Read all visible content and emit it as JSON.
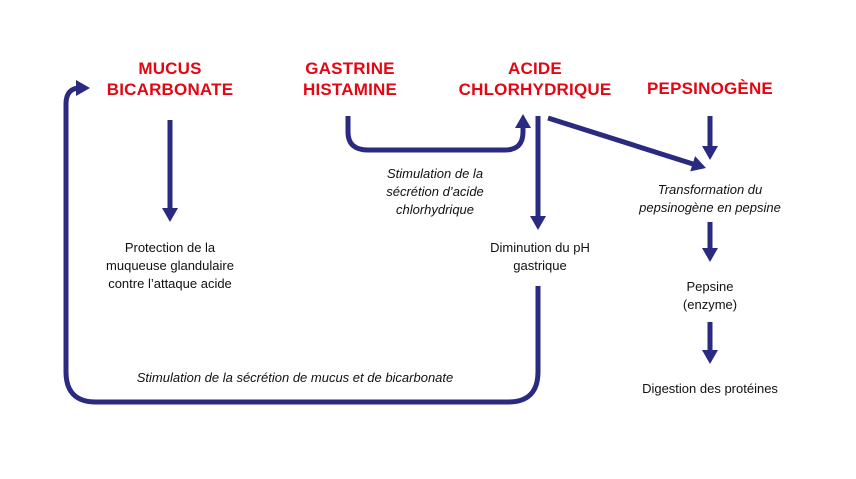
{
  "colors": {
    "heading": "#e30613",
    "arrow": "#2a2a80",
    "text": "#111111",
    "background": "#ffffff"
  },
  "headings": {
    "mucus": "MUCUS\nBICARBONATE",
    "gastrine": "GASTRINE\nHISTAMINE",
    "acide": "ACIDE\nCHLORHYDRIQUE",
    "pepsinogene": "PEPSINOGÈNE"
  },
  "labels": {
    "protection": "Protection de la\nmuqueuse glandulaire\ncontre l’attaque acide",
    "stim_acide": "Stimulation de la\nsécrétion d’acide\nchlorhydrique",
    "diminution_ph": "Diminution du pH\ngastrique",
    "transformation": "Transformation du\npepsinogène en pepsine",
    "pepsine": "Pepsine\n(enzyme)",
    "digestion": "Digestion des protéines",
    "stim_mucus": "Stimulation de la sécrétion de mucus et de bicarbonate"
  }
}
